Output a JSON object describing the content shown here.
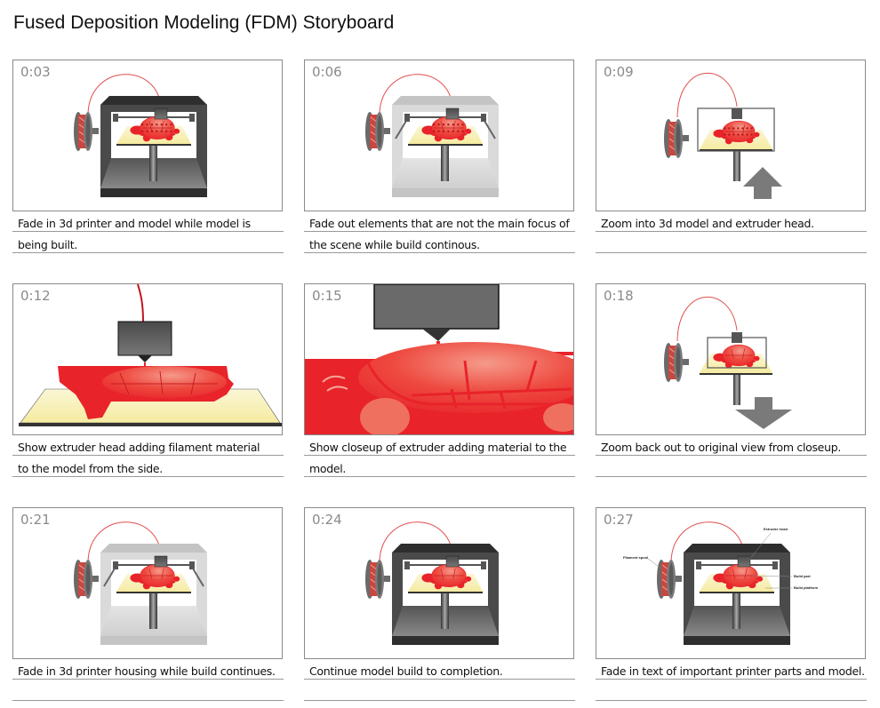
{
  "title": "Fused Deposition Modeling (FDM) Storyboard",
  "colors": {
    "filament_red": "#e8232a",
    "platform_yellow": "#f5eba0",
    "frame_dark": "#444444",
    "frame_light": "#d6d6d6",
    "border": "#8a8a8a"
  },
  "panels": [
    {
      "time": "0:03",
      "caption": [
        "Fade in 3d printer and model while model is",
        "being built."
      ],
      "scene": "printer-dark-partial-model"
    },
    {
      "time": "0:06",
      "caption": [
        "Fade out elements that are not the main focus of",
        "the scene while build continous."
      ],
      "scene": "printer-faded"
    },
    {
      "time": "0:09",
      "caption": [
        "Zoom into 3d model and extruder head.",
        ""
      ],
      "scene": "zoom-in"
    },
    {
      "time": "0:12",
      "caption": [
        "Show extruder head adding filament material",
        "to the model from the side."
      ],
      "scene": "side-view"
    },
    {
      "time": "0:15",
      "caption": [
        "Show closeup of extruder adding material to the",
        "model."
      ],
      "scene": "closeup"
    },
    {
      "time": "0:18",
      "caption": [
        "Zoom back out to original view from closeup.",
        ""
      ],
      "scene": "zoom-out"
    },
    {
      "time": "0:21",
      "caption": [
        "Fade in 3d printer housing while build continues.",
        ""
      ],
      "scene": "printer-faded-full-model"
    },
    {
      "time": "0:24",
      "caption": [
        "Continue model build to completion.",
        ""
      ],
      "scene": "printer-dark-full-model"
    },
    {
      "time": "0:27",
      "caption": [
        "Fade in text of important printer parts and model.",
        ""
      ],
      "scene": "printer-labeled"
    }
  ],
  "part_labels": {
    "filament_spool": "Filament spool",
    "extruder_head": "Extruder head",
    "build_part": "Build part",
    "build_platform": "Build platform"
  }
}
